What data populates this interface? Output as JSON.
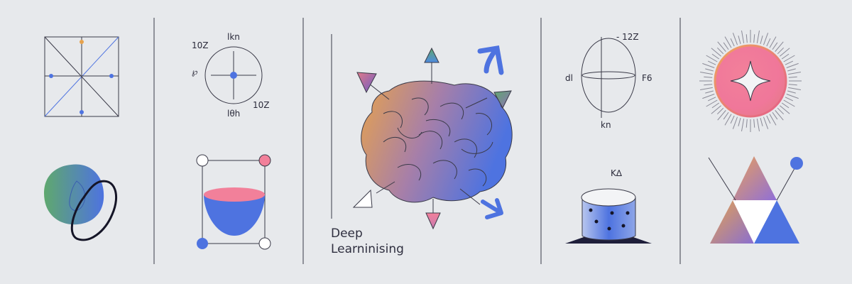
{
  "colors": {
    "background": "#e7e9ec",
    "blue": "#4e73e0",
    "pink": "#f2809a",
    "orange": "#e6a24e",
    "green": "#5fa86e",
    "purple": "#8f6fb8",
    "line": "#3a3a48"
  },
  "panel_circle_axes": {
    "label_top": "lkn",
    "label_left_top": "10Z",
    "label_left": "℘",
    "label_right_bottom": "10Z",
    "label_bottom": "lθh"
  },
  "panel_center": {
    "caption_line1": "Deep",
    "caption_line2": "Learninising"
  },
  "panel_ellipse": {
    "label_top": "- 12Z",
    "label_left": "dl",
    "label_right": "F6",
    "label_bottom": "kn"
  },
  "panel_cylinder": {
    "label": "K∆"
  },
  "icons": {
    "square_diagram": "square-diagonals-icon",
    "blob": "blob-loop-icon",
    "bowl": "bowl-paraboloid-icon",
    "brain": "brain-icon",
    "sun": "sparkle-sun-icon",
    "triangles": "triangle-grid-icon"
  }
}
